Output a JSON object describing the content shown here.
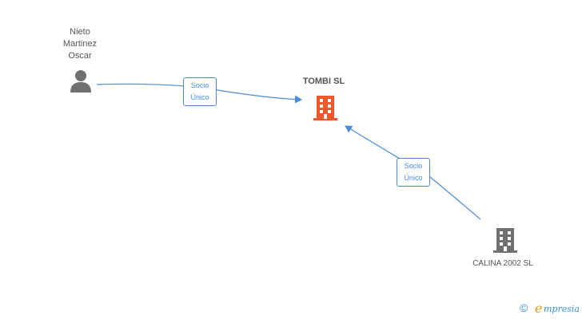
{
  "nodes": {
    "person": {
      "name_lines": [
        "Nieto",
        "Martinez",
        "Oscar"
      ]
    },
    "center": {
      "name": "TOMBI SL"
    },
    "company": {
      "name": "CALINA 2002 SL"
    }
  },
  "edges": [
    {
      "label_lines": [
        "Socio",
        "Único"
      ]
    },
    {
      "label_lines": [
        "Socio",
        "Único"
      ]
    }
  ],
  "colors": {
    "edge": "#4a8bd6",
    "center_company": "#f0582c",
    "other_company": "#707070",
    "person": "#707070"
  },
  "icons": {
    "person": "person-icon",
    "center": "building-icon",
    "company": "building-icon"
  },
  "watermark": {
    "copyright": "©",
    "brand_initial": "e",
    "brand_rest": "mpresia"
  }
}
